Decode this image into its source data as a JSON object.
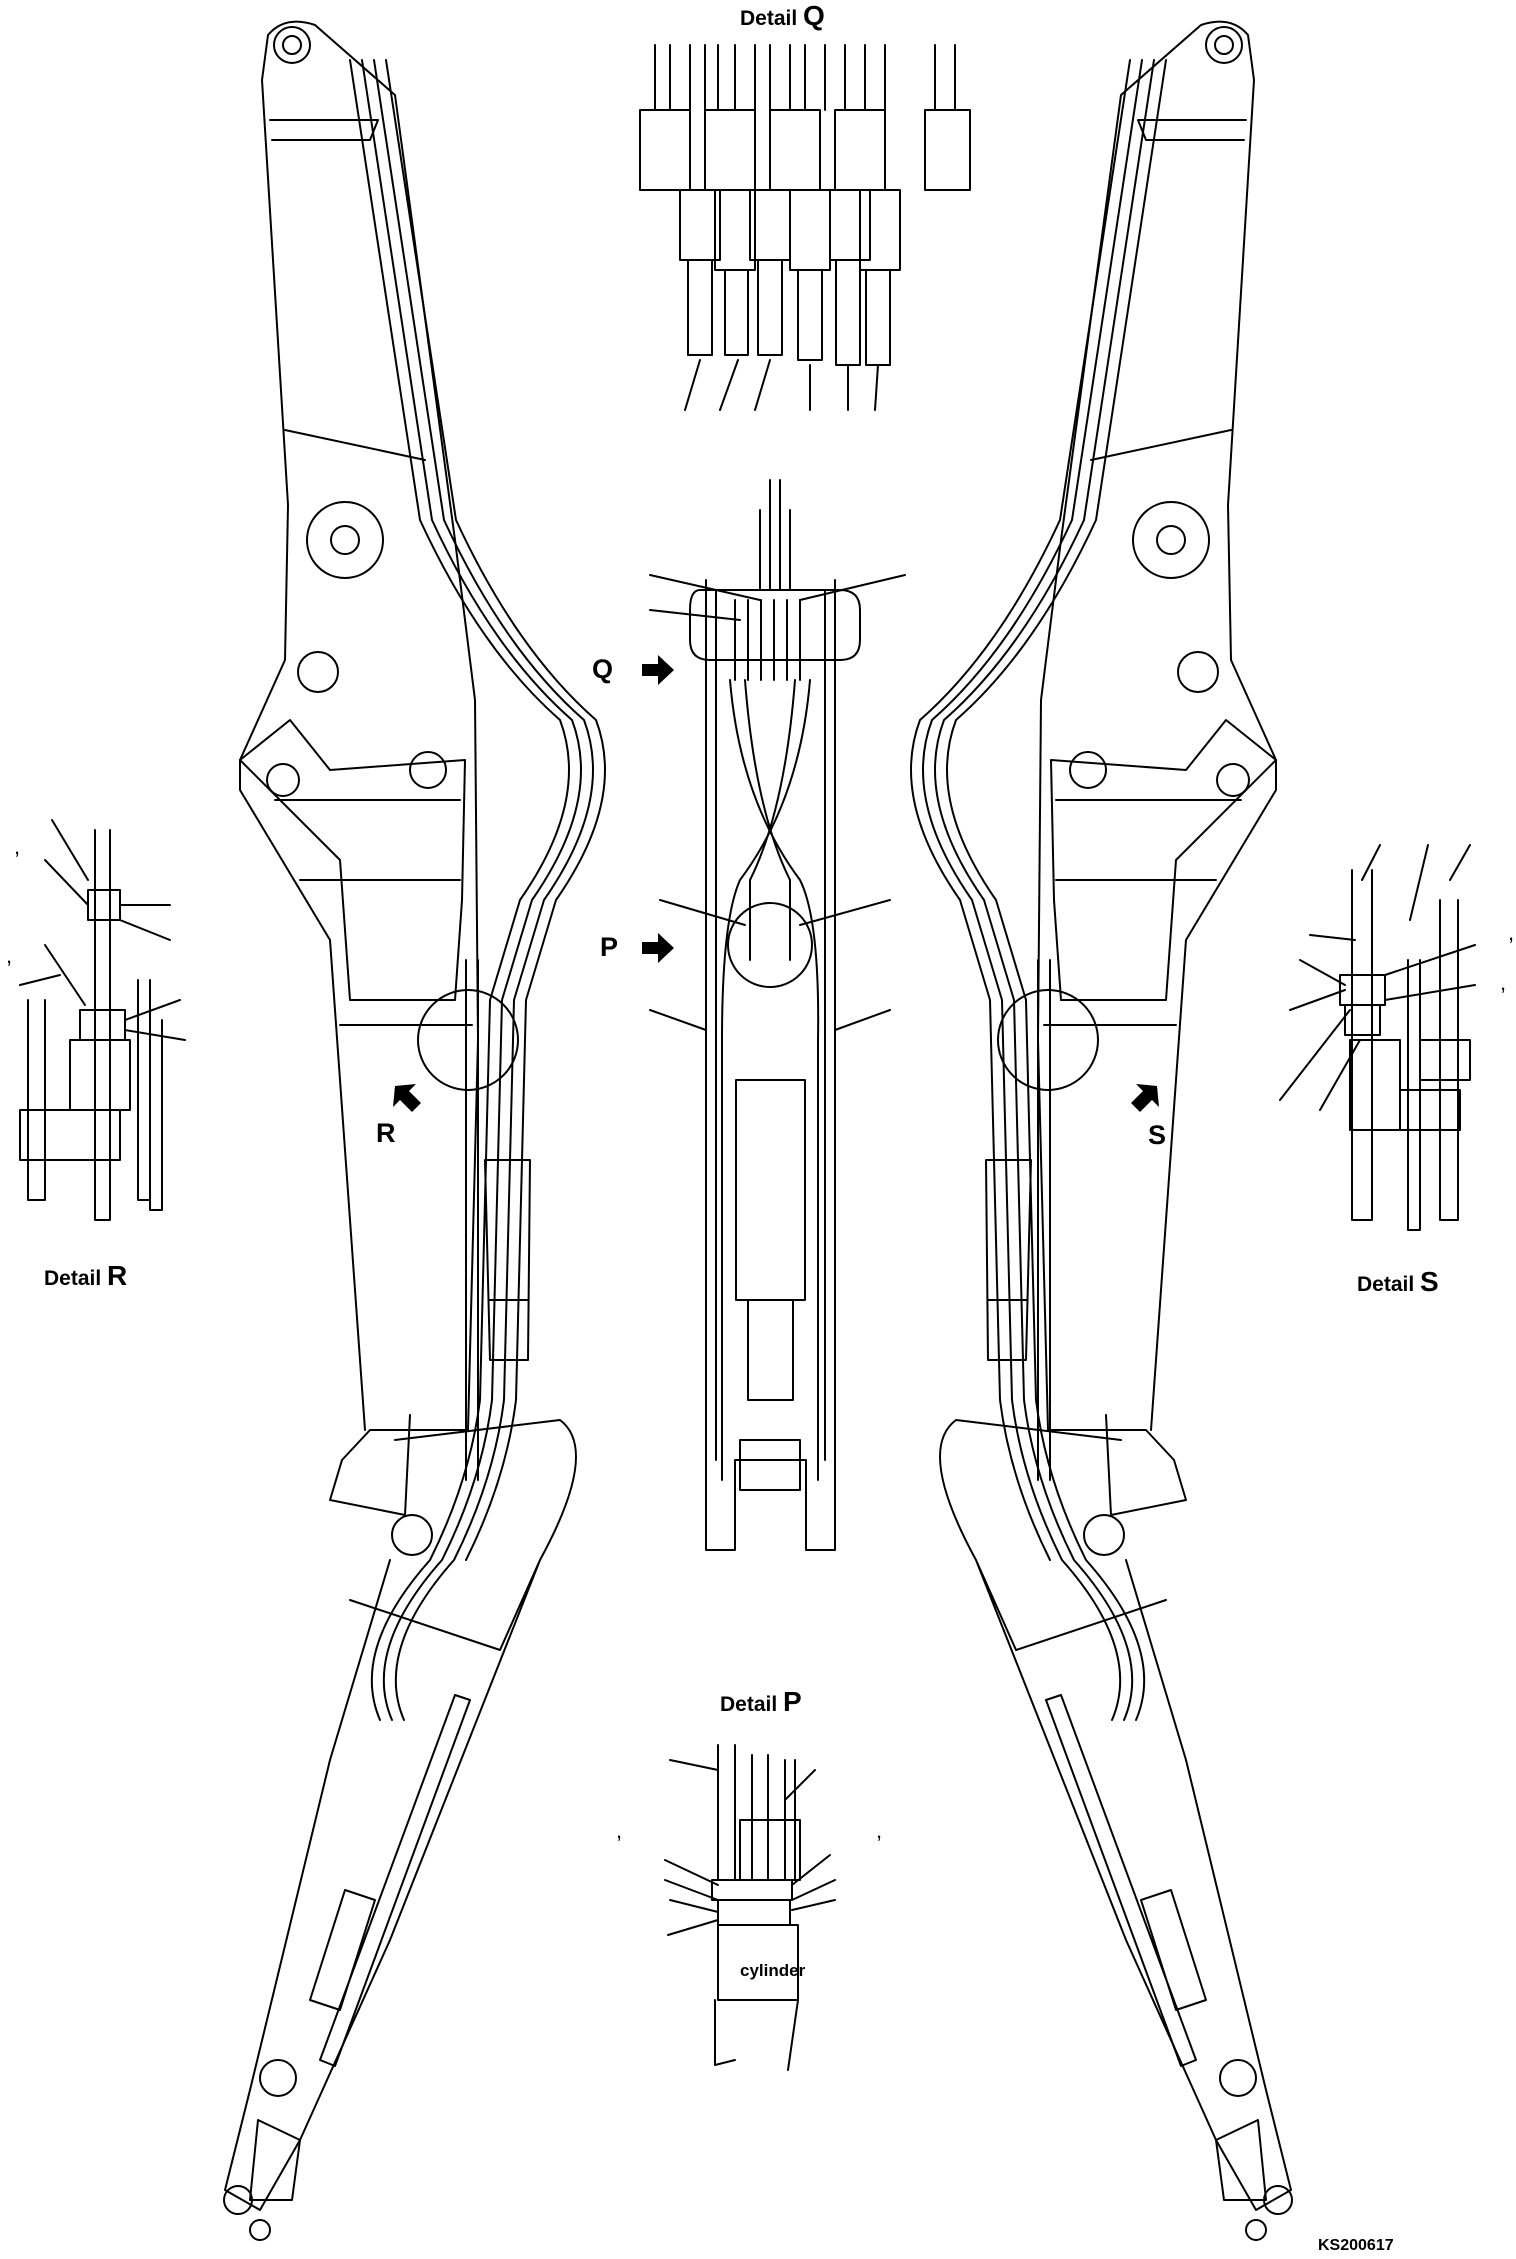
{
  "details": {
    "q": {
      "prefix": "Detail",
      "letter": "Q"
    },
    "p": {
      "prefix": "Detail",
      "letter": "P"
    },
    "r": {
      "prefix": "Detail",
      "letter": "R"
    },
    "s": {
      "prefix": "Detail",
      "letter": "S"
    }
  },
  "view_markers": {
    "q": "Q",
    "p": "P",
    "r": "R",
    "s": "S"
  },
  "detail_p_part_label": "cylinder",
  "comma_mark": ",",
  "drawing_code": "KS200617"
}
